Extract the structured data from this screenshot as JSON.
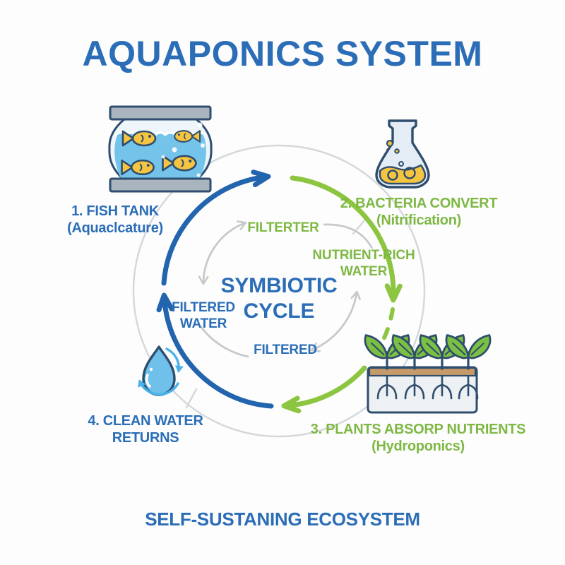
{
  "title": "AQUAPONICS SYSTEM",
  "center_label": {
    "line1": "SYMBIOTIC",
    "line2": "CYCLE"
  },
  "nodes": [
    {
      "label": "1. FISH TANK",
      "sublabel": "(Aquaclcature)",
      "icon": "fish-tank-icon",
      "color": "#2b6db6"
    },
    {
      "label": "2. BACTERIA CONVERT",
      "sublabel": "(Nitrification)",
      "icon": "flask-icon",
      "color": "#7eb843"
    },
    {
      "label": "3. PLANTS ABSORP NUTRIENTS",
      "sublabel": "(Hydroponics)",
      "icon": "hydroponics-tray-icon",
      "color": "#7eb843"
    },
    {
      "label": "4. CLEAN WATER",
      "sublabel": "RETURNS",
      "icon": "water-drop-icon",
      "color": "#2b6db6"
    }
  ],
  "flow_labels": {
    "top": "FILTERTER",
    "right": {
      "line1": "NUTRIENT-RICH",
      "line2": "WATER"
    },
    "left": {
      "line1": "FILTERED",
      "line2": "WATER"
    },
    "bottom": "FILTERED"
  },
  "footer": "SELF-SUSTANING ECOSYSTEM",
  "colors": {
    "heading_blue": "#2b6db6",
    "label_green": "#7eb843",
    "arc_blue": "#2264ae",
    "arc_green": "#8cc53f",
    "arc_gray": "#cbced1",
    "water_blue": "#74c3ea",
    "fish_yellow": "#f5c440",
    "outline_navy": "#2f4d6d"
  }
}
